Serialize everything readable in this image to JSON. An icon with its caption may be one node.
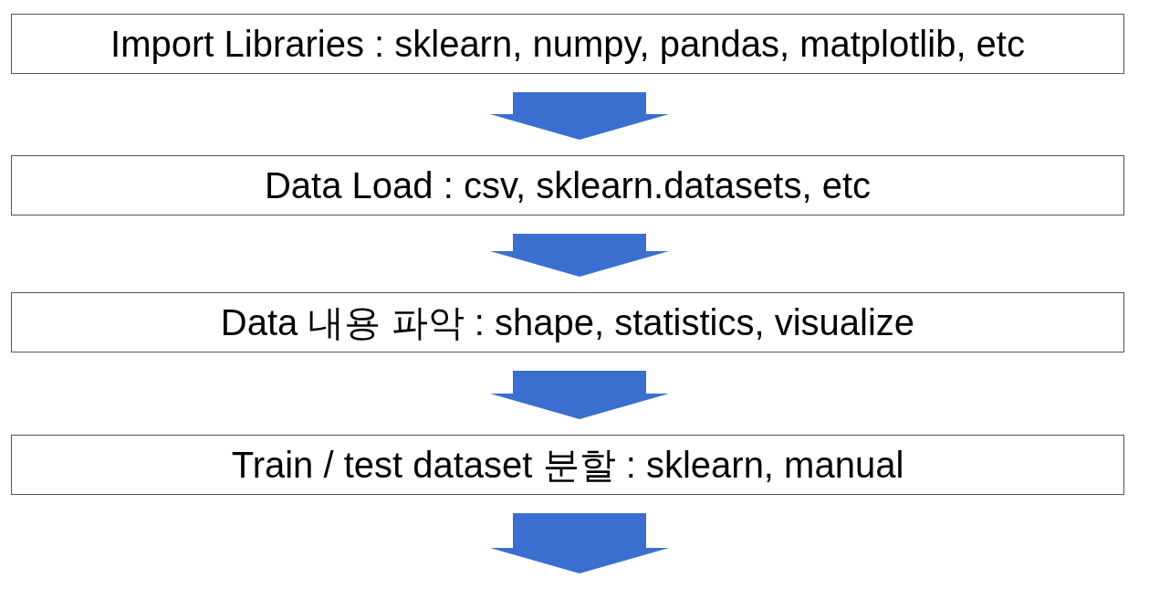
{
  "diagram": {
    "nodes": [
      {
        "text": [
          "Import Libraries : sklearn, numpy, pandas, matplotlib, etc"
        ]
      },
      {
        "text": [
          "Data Load : csv, sklearn.datasets, etc"
        ]
      },
      {
        "text": [
          "Data 내용 파악 : shape, statistics, visualize"
        ]
      },
      {
        "text": [
          "Train / test dataset 분할 : sklearn, manual"
        ]
      }
    ],
    "edges": [
      {
        "from": 0,
        "to": 1,
        "arrow": "to"
      },
      {
        "from": 1,
        "to": 2,
        "arrow": "to"
      },
      {
        "from": 2,
        "to": 3,
        "arrow": "to"
      },
      {
        "from": 3,
        "to": null,
        "arrow": "to"
      }
    ]
  }
}
